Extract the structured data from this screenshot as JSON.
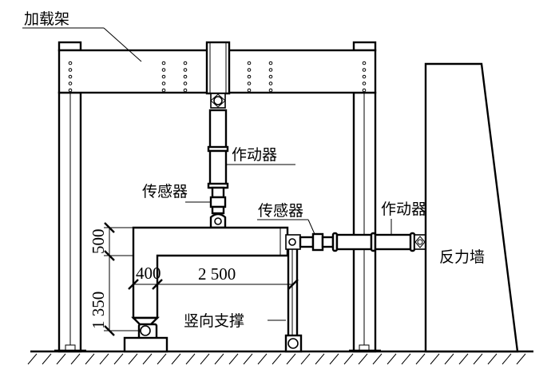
{
  "title": "Test loading setup schematic",
  "labels": {
    "loading_frame": "加载架",
    "actuator_vertical": "作动器",
    "sensor_vertical": "传感器",
    "sensor_horizontal": "传感器",
    "actuator_horizontal": "作动器",
    "reaction_wall": "反力墙",
    "vertical_brace": "竖向支撑"
  },
  "dimensions": {
    "beam_depth": "500",
    "column_height": "1 350",
    "column_width": "400",
    "beam_span": "2 500"
  },
  "colors": {
    "line": "#000000",
    "background": "#ffffff"
  }
}
